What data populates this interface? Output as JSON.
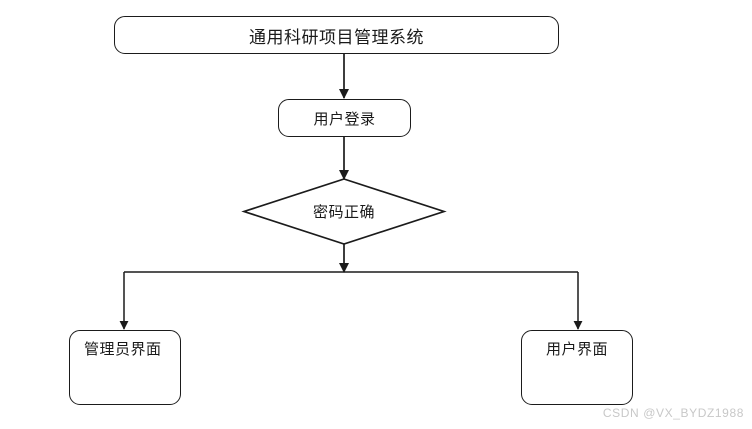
{
  "diagram": {
    "type": "flowchart",
    "title_node": {
      "label": "通用科研项目管理系统",
      "shape": "rounded-rectangle"
    },
    "nodes": [
      {
        "id": "system",
        "label": "通用科研项目管理系统",
        "shape": "rounded-rectangle"
      },
      {
        "id": "login",
        "label": "用户登录",
        "shape": "rounded-rectangle"
      },
      {
        "id": "password-check",
        "label": "密码正确",
        "shape": "diamond"
      },
      {
        "id": "admin-ui",
        "label": "管理员界面",
        "shape": "rounded-rectangle"
      },
      {
        "id": "user-ui",
        "label": "用户界面",
        "shape": "rounded-rectangle"
      }
    ],
    "edges": [
      {
        "from": "system",
        "to": "login",
        "label": ""
      },
      {
        "from": "login",
        "to": "password-check",
        "label": ""
      },
      {
        "from": "password-check",
        "to": "admin-ui",
        "label": ""
      },
      {
        "from": "password-check",
        "to": "user-ui",
        "label": ""
      }
    ],
    "colors": {
      "stroke": "#1b1b1b",
      "fill": "#ffffff",
      "text": "#1a1a1a",
      "watermark": "#c8c8c8"
    }
  },
  "watermark": {
    "text": "CSDN @VX_BYDZ1988"
  }
}
